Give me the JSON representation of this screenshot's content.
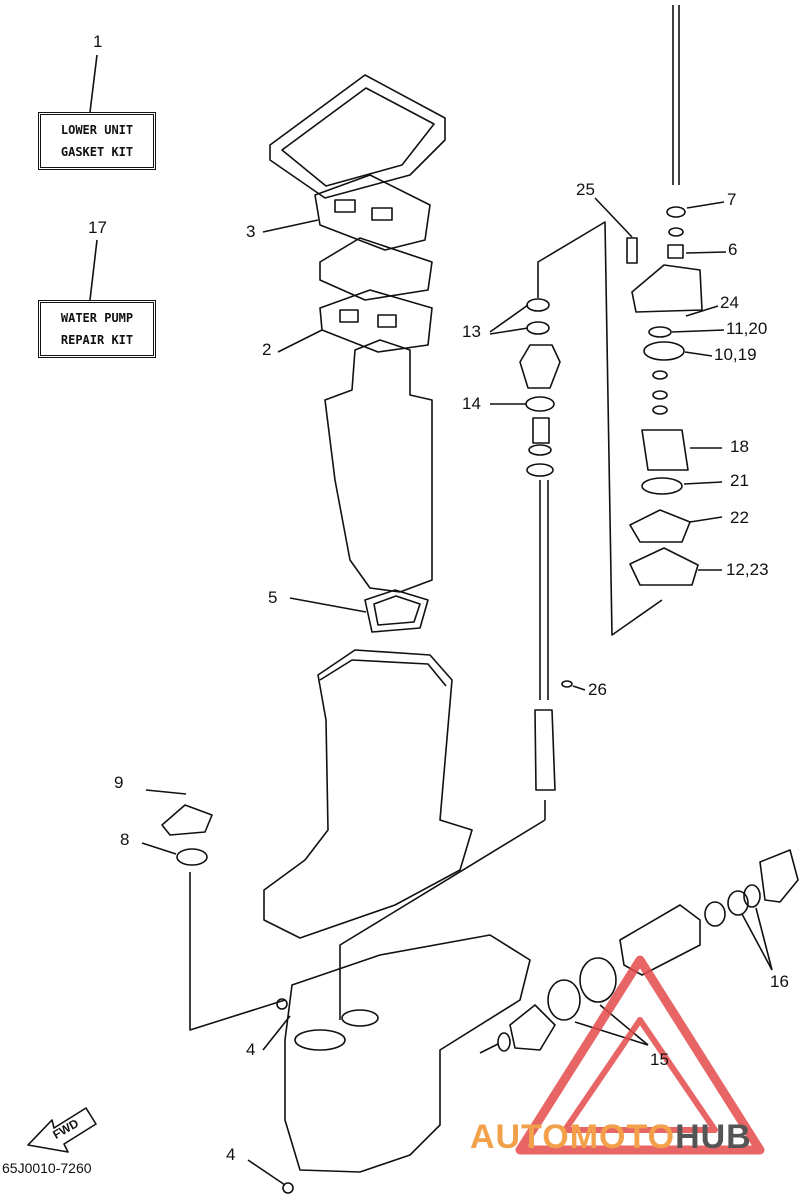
{
  "kits": [
    {
      "number": "1",
      "line1": "LOWER UNIT",
      "line2": "GASKET KIT"
    },
    {
      "number": "17",
      "line1": "WATER PUMP",
      "line2": "REPAIR KIT"
    }
  ],
  "callouts": {
    "c3": "3",
    "c2": "2",
    "c5": "5",
    "c9": "9",
    "c8": "8",
    "c4a": "4",
    "c4b": "4",
    "c25": "25",
    "c7": "7",
    "c6": "6",
    "c24": "24",
    "c11_20": "11,20",
    "c10_19": "10,19",
    "c18": "18",
    "c21": "21",
    "c22": "22",
    "c12_23": "12,23",
    "c13": "13",
    "c14": "14",
    "c26": "26",
    "c16": "16",
    "c15": "15"
  },
  "part_code": "65J0010-7260",
  "fwd_label": "FWD",
  "watermark": {
    "part1": "AUTOMOTO",
    "part2": "HUB",
    "color_warm": "#f2a14a",
    "color_gray": "#555555",
    "triangle_color": "#e54b4b"
  }
}
